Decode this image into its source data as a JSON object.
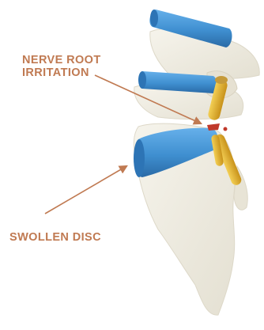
{
  "labels": {
    "nerve_root_line1": "NERVE ROOT",
    "nerve_root_line2": "IRRITATION",
    "swollen_disc": "SWOLLEN DISC"
  },
  "colors": {
    "label_text": "#c07a52",
    "arrow": "#c07a52",
    "bone": "#efece1",
    "disc": "#3f8fd0",
    "nerve_root": "#e3b224",
    "irritation": "#c0392b"
  }
}
